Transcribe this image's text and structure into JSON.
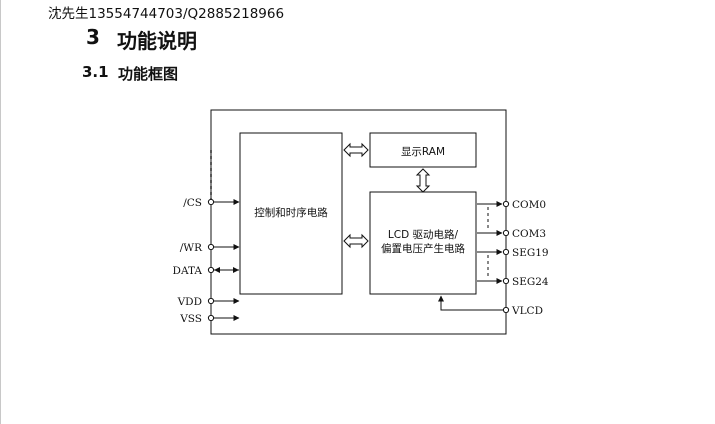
{
  "header": {
    "contact": "沈先生13554744703/Q2885218966"
  },
  "section": {
    "number": "3",
    "title": "功能说明"
  },
  "subsection": {
    "number": "3.1",
    "title": "功能框图"
  },
  "diagram": {
    "blocks": {
      "control_timing": "控制和时序电路",
      "display_ram": "显示RAM",
      "lcd_driver_line1": "LCD 驱动电路/",
      "lcd_driver_line2": "偏置电压产生电路"
    },
    "left_pins": {
      "cs": "/CS",
      "wr": "/WR",
      "data": "DATA",
      "vdd": "VDD",
      "vss": "VSS"
    },
    "right_pins": {
      "com0": "COM0",
      "com3": "COM3",
      "seg19": "SEG19",
      "seg24": "SEG24",
      "vlcd": "VLCD"
    }
  }
}
